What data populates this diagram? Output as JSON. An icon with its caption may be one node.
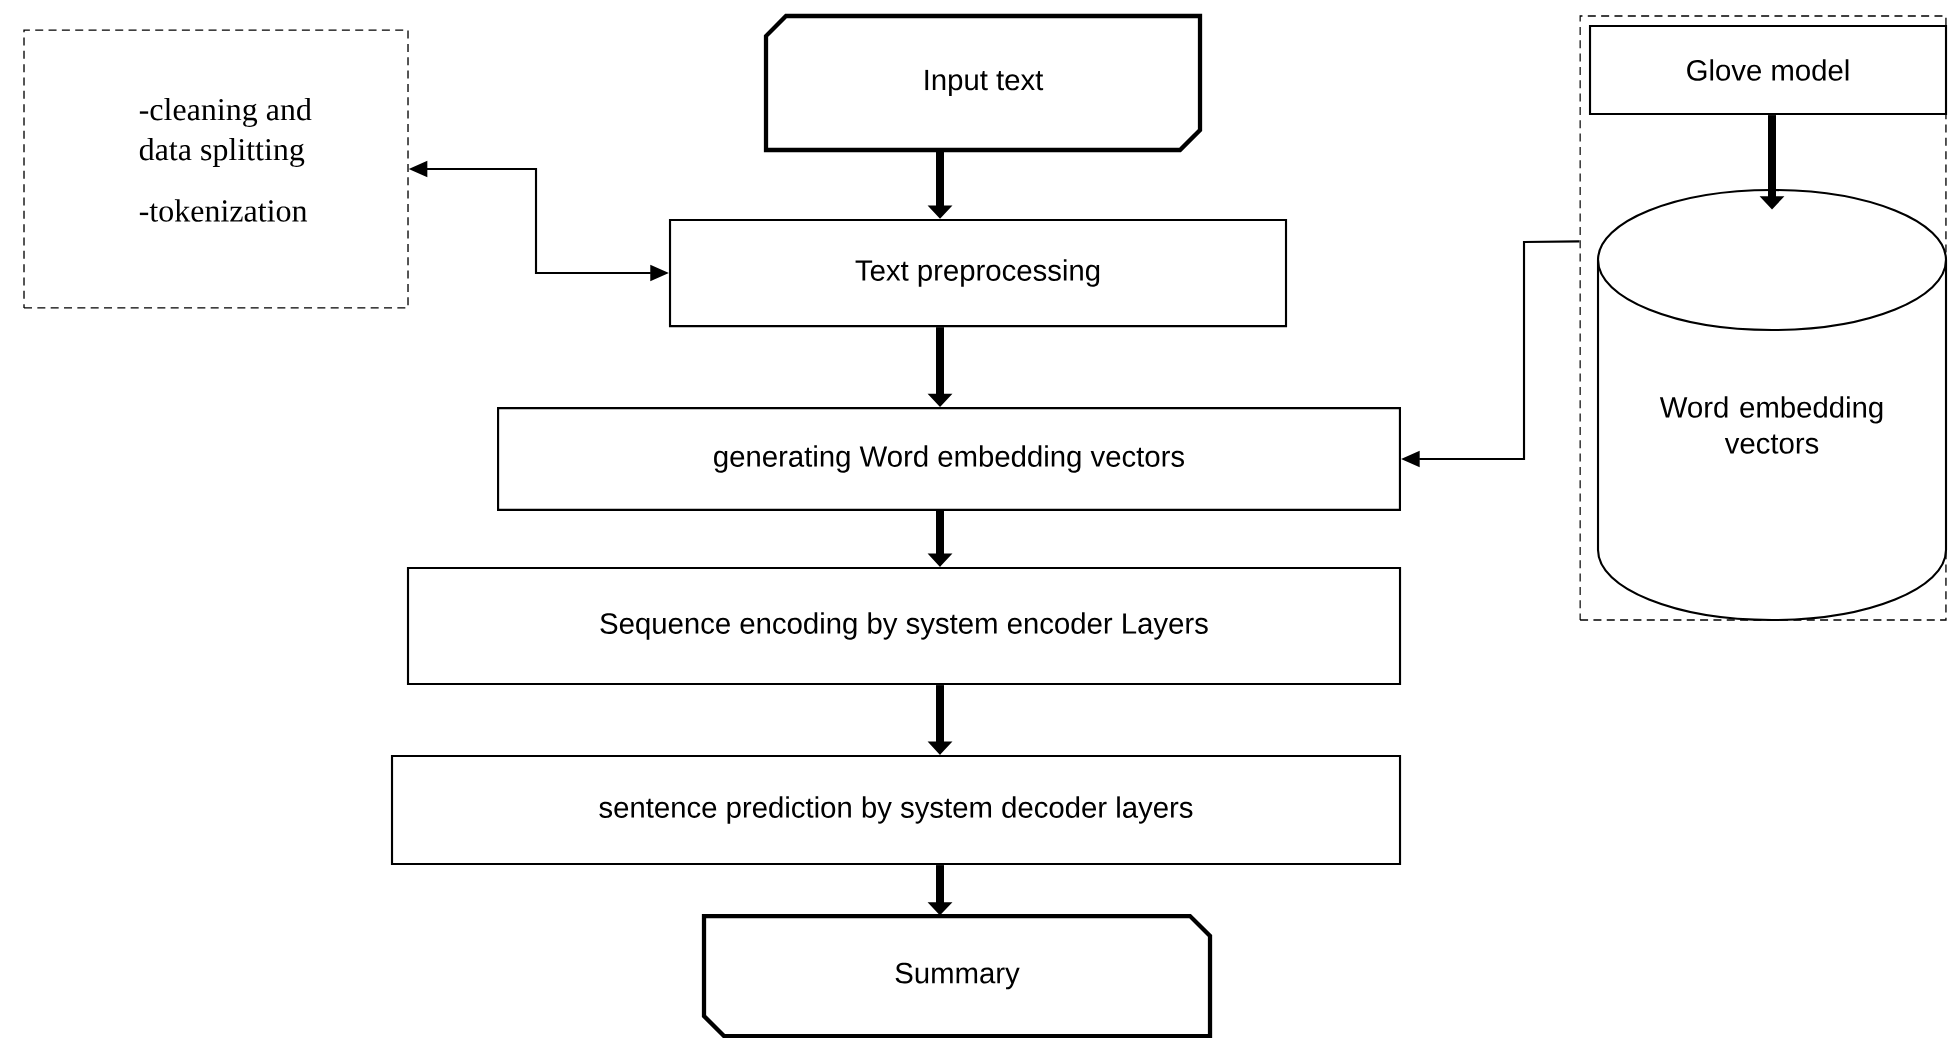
{
  "diagram": {
    "nodes": [
      {
        "text": [
          "Input text"
        ]
      },
      {
        "text": [
          "-cleaning and data splitting",
          "-tokenization"
        ]
      },
      {
        "text": [
          "Text preprocessing"
        ]
      },
      {
        "text": [],
        "shape": "box"
      },
      {
        "text": [
          "Glove model"
        ],
        "in": 3
      },
      {
        "text": [
          "Word embedding vectors"
        ],
        "in": 3
      },
      {
        "text": [
          "generating Word embedding vectors"
        ]
      },
      {
        "text": [
          "Sequence encoding by system encoder Layers"
        ]
      },
      {
        "text": [
          "sentence prediction by system decoder layers"
        ]
      },
      {
        "text": [
          "Summary"
        ]
      }
    ],
    "edges": [
      {
        "from": 0,
        "to": 2,
        "arrow": "to"
      },
      {
        "from": 2,
        "to": 1,
        "arrow": "both"
      },
      {
        "from": 4,
        "to": 5,
        "arrow": "to"
      },
      {
        "from": 3,
        "to": 6,
        "arrow": "to"
      },
      {
        "from": 2,
        "to": 6,
        "arrow": "to"
      },
      {
        "from": 6,
        "to": 7,
        "arrow": "to"
      },
      {
        "from": 7,
        "to": 8,
        "arrow": "to"
      },
      {
        "from": 8,
        "to": 9,
        "arrow": "to"
      }
    ]
  }
}
